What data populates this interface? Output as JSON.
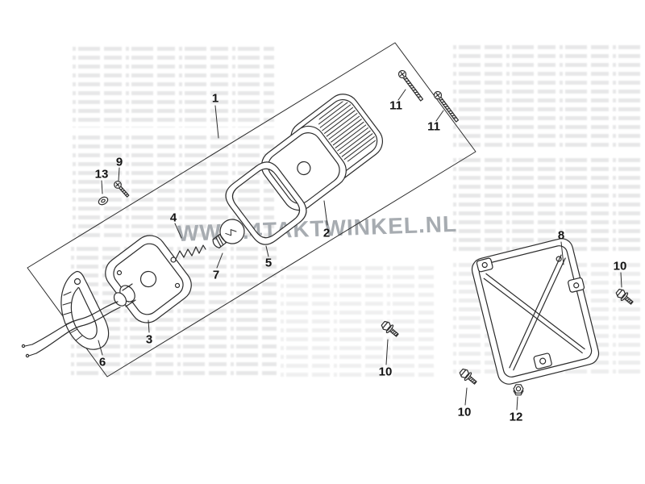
{
  "watermark": {
    "text": "WWW.4TAKTWINKEL.NL"
  },
  "callouts": {
    "c1": {
      "label": "1"
    },
    "c2": {
      "label": "2"
    },
    "c3": {
      "label": "3"
    },
    "c4": {
      "label": "4"
    },
    "c5": {
      "label": "5"
    },
    "c6": {
      "label": "6"
    },
    "c7": {
      "label": "7"
    },
    "c8": {
      "label": "8"
    },
    "c9": {
      "label": "9"
    },
    "c10a": {
      "label": "10"
    },
    "c10b": {
      "label": "10"
    },
    "c10c": {
      "label": "10"
    },
    "c11a": {
      "label": "11"
    },
    "c11b": {
      "label": "11"
    },
    "c12": {
      "label": "12"
    },
    "c13": {
      "label": "13"
    }
  }
}
